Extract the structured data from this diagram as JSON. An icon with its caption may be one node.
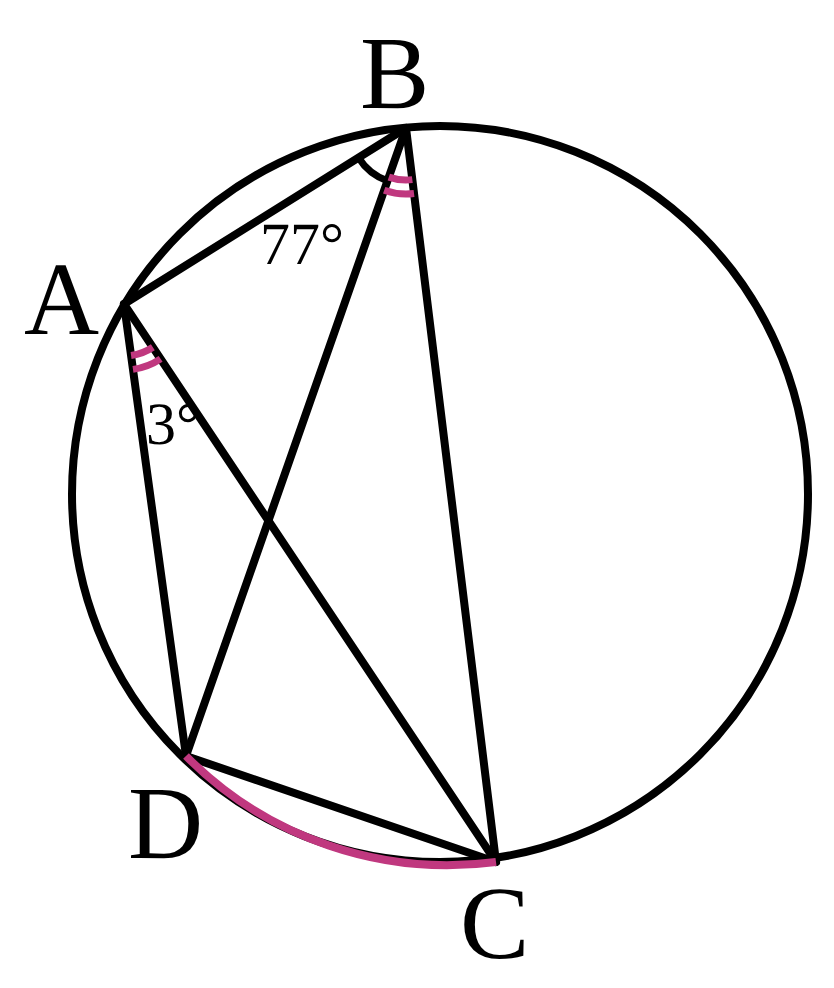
{
  "diagram": {
    "labels": [
      "B",
      "A",
      "77°",
      "3°",
      "D",
      "C"
    ]
  }
}
